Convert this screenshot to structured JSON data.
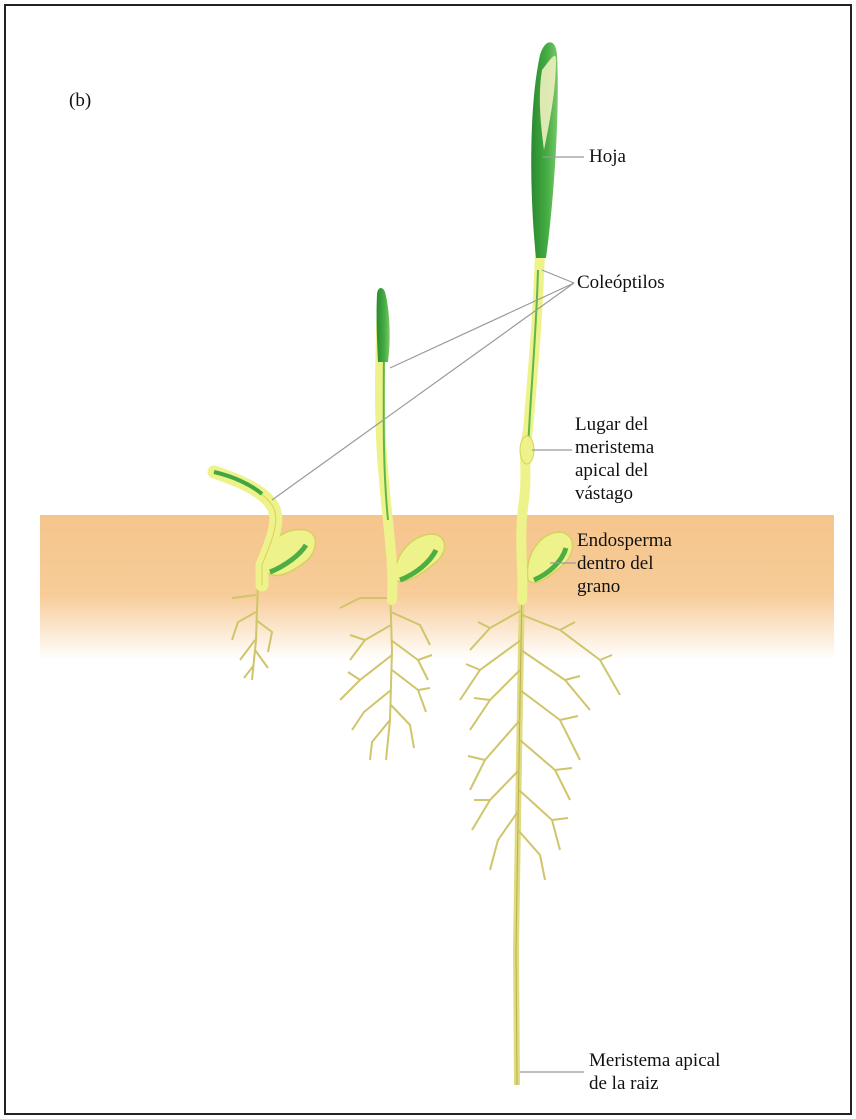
{
  "panel_label": "(b)",
  "labels": {
    "hoja": "Hoja",
    "coleoptilos": "Coleóptilos",
    "lugar_line1": "Lugar del",
    "lugar_line2": "meristema",
    "lugar_line3": "apical del",
    "lugar_line4": "vástago",
    "endosperma_line1": "Endosperma",
    "endosperma_line2": "dentro del",
    "endosperma_line3": "grano",
    "meristema_raiz_line1": "Meristema apical",
    "meristema_raiz_line2": "de la raiz"
  },
  "colors": {
    "soil": "#f5c58c",
    "stem_yellow": "#eef28a",
    "leaf_green": "#3aa33c",
    "leaf_dark": "#2b8a2f",
    "root": "#d9d27a",
    "leader": "#9a9a9a"
  }
}
